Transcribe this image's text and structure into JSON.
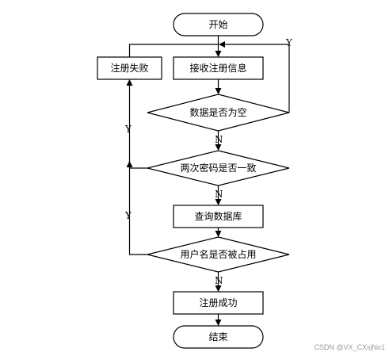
{
  "flowchart": {
    "start": "开始",
    "register_failed": "注册失败",
    "receive_info": "接收注册信息",
    "data_empty": "数据是否为空",
    "password_match": "两次密码是否一致",
    "query_db": "查询数据库",
    "username_taken": "用户名是否被占用",
    "register_success": "注册成功",
    "end": "结束"
  },
  "branches": {
    "yes": "Y",
    "no": "N"
  },
  "watermark": "CSDN @VX_CXsjNo1"
}
